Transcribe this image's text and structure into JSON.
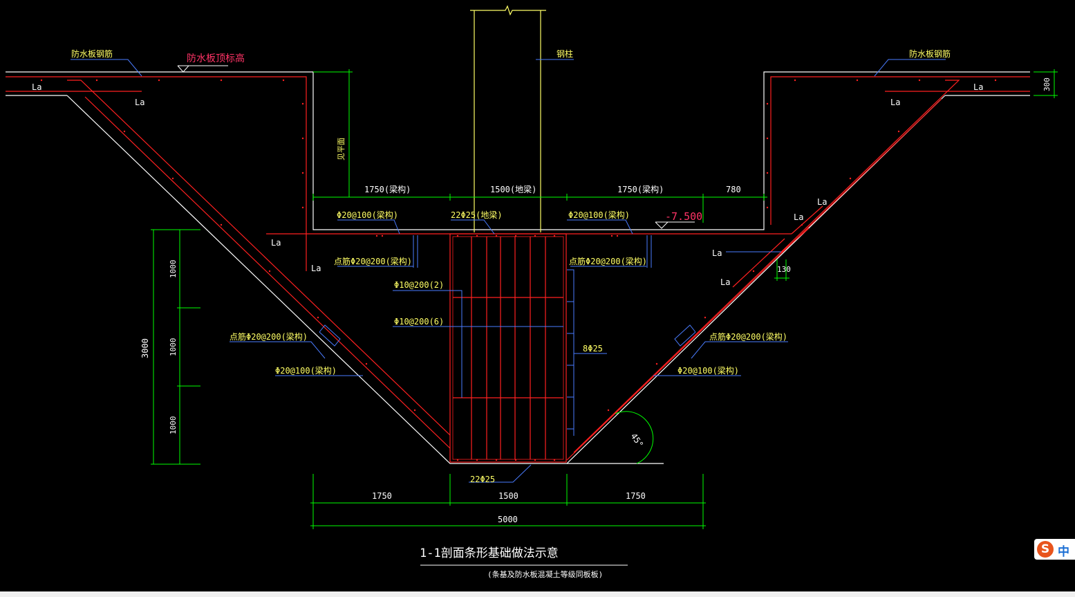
{
  "colors": {
    "background": "#000000",
    "rebar": "#ff2020",
    "dimension": "#00ff00",
    "outline": "#ffffff",
    "leader": "#4a7cff",
    "label": "#ffff66",
    "elevation": "#ff3366",
    "column": "#ffff66"
  },
  "labels": {
    "waterproof_rebar_left": "防水板钢筋",
    "waterproof_top_elev": "防水板顶标高",
    "column": "钢柱",
    "waterproof_rebar_right": "防水板钢筋",
    "dim_300": "300",
    "vertical_note": "见平面",
    "elevation": "-7.500",
    "la": "La",
    "top_seg_1": "1750(梁构)",
    "top_seg_2": "1500(地梁)",
    "top_seg_3": "1750(梁构)",
    "top_seg_4": "780",
    "bar_top_left": "Φ20@100(梁构)",
    "bar_top_main": "22Φ25(地梁)",
    "bar_top_right": "Φ20@100(梁构)",
    "bar_dist_left": "点筋Φ20@200(梁构)",
    "bar_dist_right": "点筋Φ20@200(梁构)",
    "stirrup_1": "Φ10@200(2)",
    "stirrup_2": "Φ10@200(6)",
    "side_bars": "8Φ25",
    "dist_slope_left": "点筋Φ20@200(梁构)",
    "bar_slope_left": "Φ20@100(梁构)",
    "dist_slope_right": "点筋Φ20@200(梁构)",
    "bar_slope_right": "Φ20@100(梁构)",
    "bottom_bars": "22Φ25",
    "dim_130": "130",
    "angle": "45°",
    "height_total": "3000",
    "height_1": "1000",
    "height_2": "1000",
    "height_3": "1000",
    "bottom_seg_1": "1750",
    "bottom_seg_2": "1500",
    "bottom_seg_3": "1750",
    "bottom_total": "5000",
    "title": "1-1剖面条形基础做法示意",
    "subtitle": "(条基及防水板混凝土等级同板板)"
  },
  "ime": {
    "icon": "S",
    "mode": "中"
  }
}
